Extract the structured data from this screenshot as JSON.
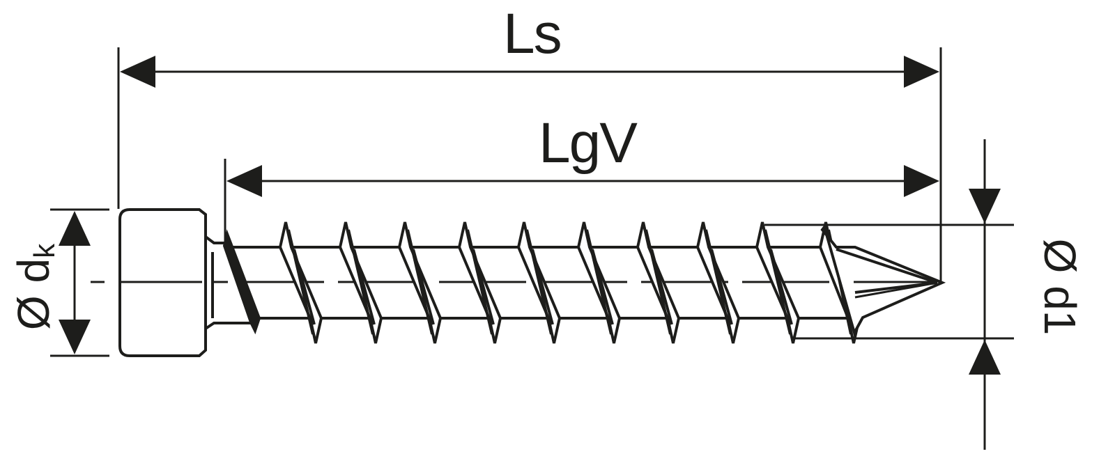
{
  "diagram": {
    "type": "technical-drawing",
    "subject": "concrete screw with hex head",
    "line_color": "#1d1d1b",
    "background": "#ffffff"
  },
  "dimensions": {
    "overall_length": {
      "label": "Ls"
    },
    "thread_length": {
      "label": "LgV"
    },
    "head_diameter": {
      "symbol": "Ø",
      "letter": "d",
      "subscript": "k"
    },
    "thread_diameter": {
      "symbol": "Ø",
      "letter": "d1"
    }
  },
  "threads": {
    "count": 10,
    "top_crests_x": [
      410,
      496,
      581,
      667,
      752,
      838,
      923,
      1009,
      1094,
      1185
    ],
    "bottom_crests_x": [
      368,
      453,
      539,
      624,
      710,
      795,
      881,
      966,
      1052,
      1138,
      1225
    ]
  }
}
